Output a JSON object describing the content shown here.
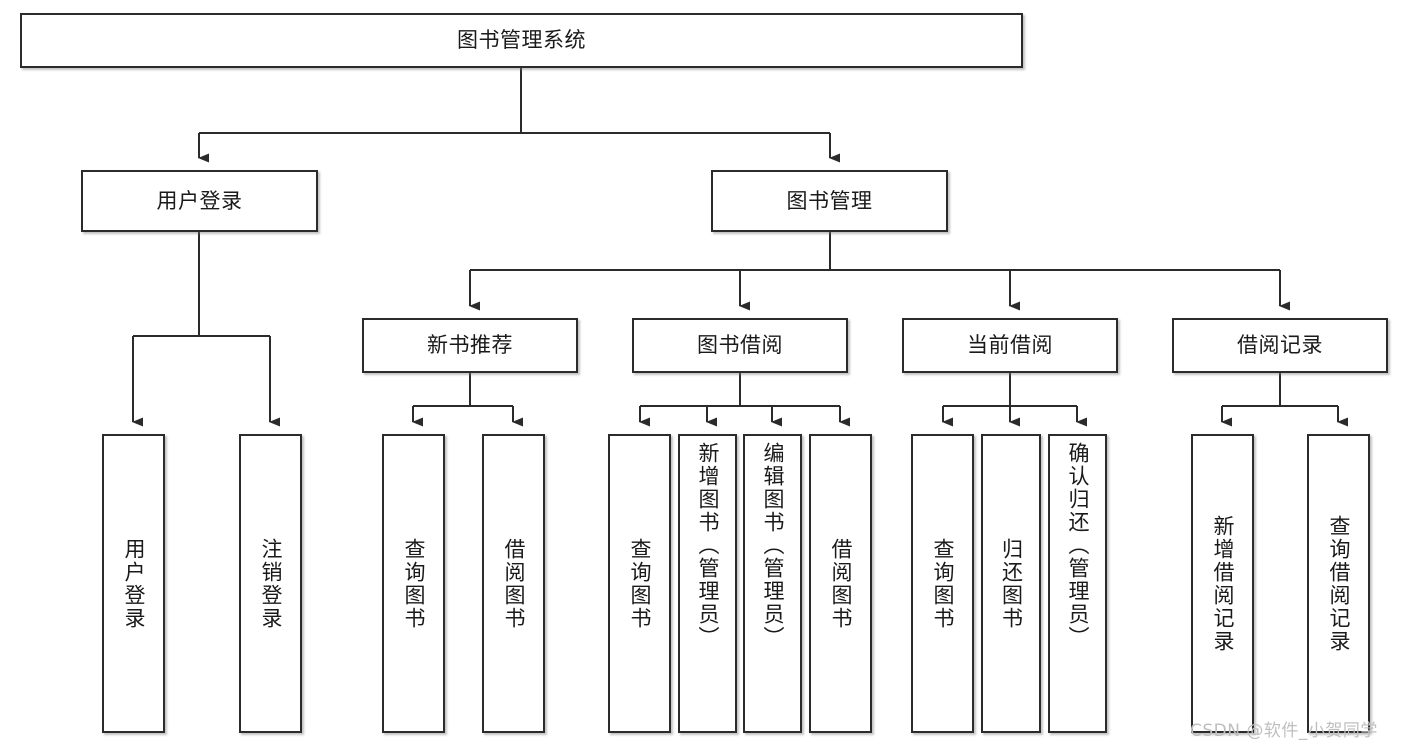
{
  "diagram": {
    "type": "tree",
    "title": "图书管理系统",
    "watermark": "CSDN @软件_小贺同学",
    "colors": {
      "box_border": "#2b2b2b",
      "box_fill": "#ffffff",
      "connector": "#2b2b2b",
      "text": "#1a1a1a",
      "watermark": "#bfbfbf",
      "background": "#ffffff"
    },
    "root": {
      "label": "图书管理系统"
    },
    "level2": [
      {
        "label": "用户登录"
      },
      {
        "label": "图书管理"
      }
    ],
    "level3": [
      {
        "label": "新书推荐"
      },
      {
        "label": "图书借阅"
      },
      {
        "label": "当前借阅"
      },
      {
        "label": "借阅记录"
      }
    ],
    "leaves": {
      "user_login": [
        {
          "label": "用户登录"
        },
        {
          "label": "注销登录"
        }
      ],
      "new_book_recommend": [
        {
          "label": "查询图书"
        },
        {
          "label": "借阅图书"
        }
      ],
      "book_borrow": [
        {
          "label": "查询图书"
        },
        {
          "label": "新增图书（管理员）"
        },
        {
          "label": "编辑图书（管理员）"
        },
        {
          "label": "借阅图书"
        }
      ],
      "current_borrow": [
        {
          "label": "查询图书"
        },
        {
          "label": "归还图书"
        },
        {
          "label": "确认归还（管理员）"
        }
      ],
      "borrow_record": [
        {
          "label": "新增借阅记录"
        },
        {
          "label": "查询借阅记录"
        }
      ]
    }
  }
}
